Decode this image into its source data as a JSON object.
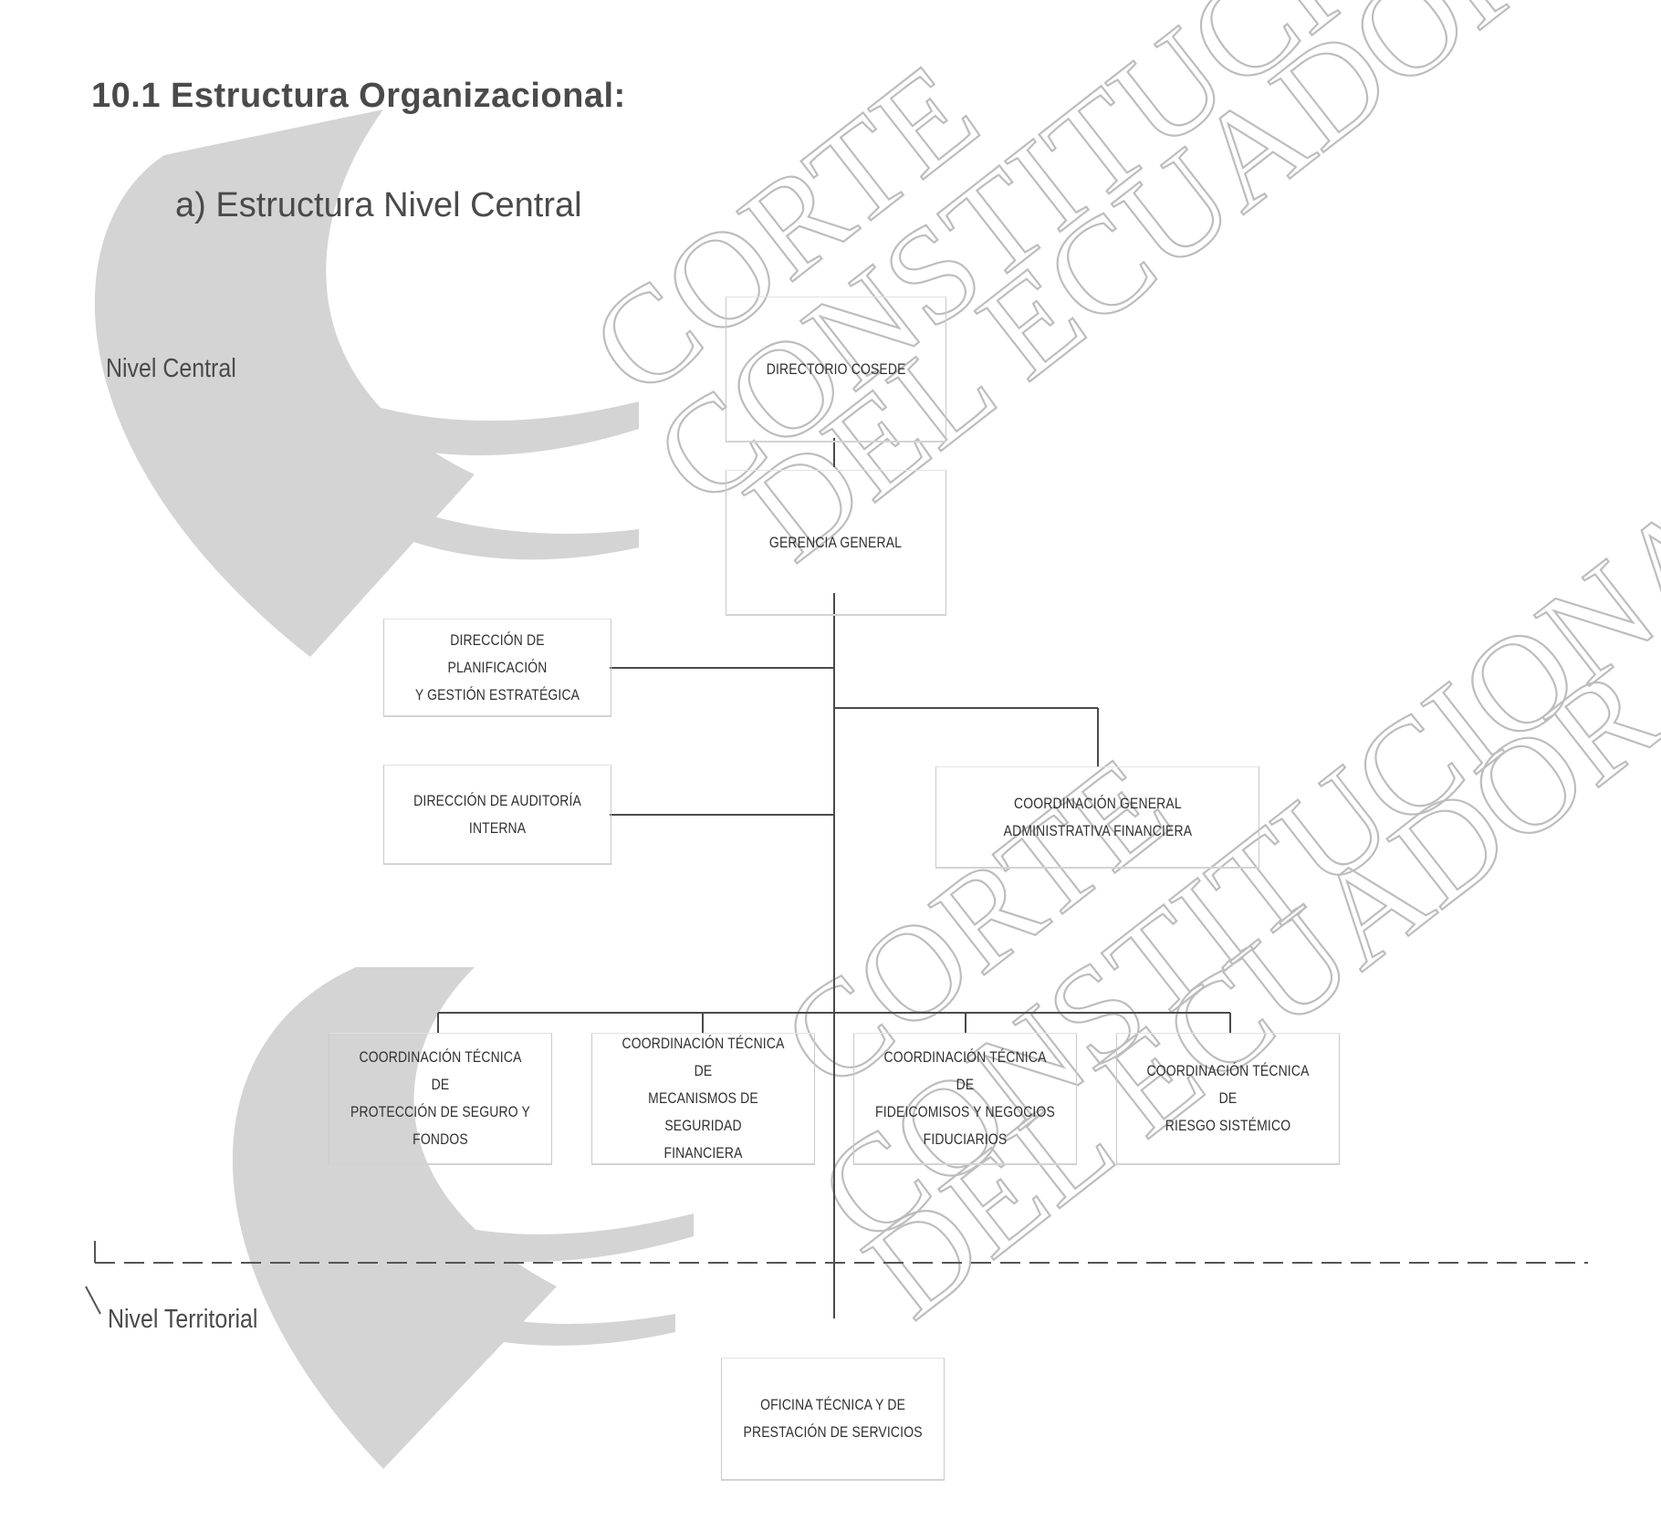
{
  "document": {
    "section_heading": "10.1   Estructura Organizacional:",
    "subsection_heading": "a)   Estructura Nivel Central"
  },
  "levels": {
    "central": "Nivel Central",
    "territorial": "Nivel Territorial"
  },
  "nodes": {
    "directorio": "DIRECTORIO COSEDE",
    "gerencia": "GERENCIA GENERAL",
    "planificacion": "DIRECCIÓN DE PLANIFICACIÓN\nY GESTIÓN ESTRATÉGICA",
    "auditoria": "DIRECCIÓN DE AUDITORÍA\nINTERNA",
    "coord_admin": "COORDINACIÓN   GENERAL\nADMINISTRATIVA FINANCIERA",
    "proteccion": "COORDINACIÓN TÉCNICA DE\nPROTECCIÓN DE SEGURO Y\nFONDOS",
    "mecanismos": "COORDINACIÓN TÉCNICA DE\nMECANISMOS DE SEGURIDAD\nFINANCIERA",
    "fideicomisos": "COORDINACIÓN TÉCNICA DE\nFIDEICOMISOS Y NEGOCIOS\nFIDUCIARIOS",
    "riesgo": "COORDINACIÓN TÉCNICA DE\nRIESGO  SISTÉMICO",
    "oficina": "OFICINA TÉCNICA Y DE\nPRESTACIÓN DE SERVICIOS"
  },
  "watermark": {
    "line1": "CORTE",
    "line2": "CONSTITUCIONAL",
    "line3": "DEL ECUADOR"
  },
  "colors": {
    "watermark_shape": "#cfcfcf",
    "watermark_text": "#b3b3b3",
    "line": "#4a4a4a",
    "text": "#303030"
  }
}
